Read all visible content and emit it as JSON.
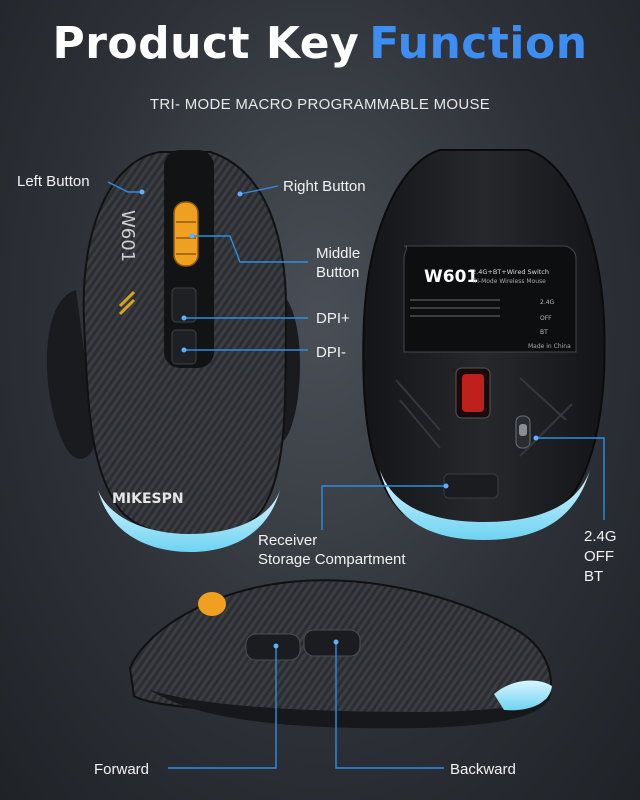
{
  "header": {
    "title_white": "Product Key",
    "title_blue": "Function",
    "subtitle": "TRI- MODE MACRO  PROGRAMMABLE MOUSE"
  },
  "colors": {
    "accent": "#2f8de4",
    "title_blue": "#3d8ef0",
    "button_yellow": "#f0a020",
    "glow": "#9fe6ff"
  },
  "top_view": {
    "brand_text": "MIKESPN",
    "model_text": "W601",
    "labels": {
      "left_button": "Left Button",
      "right_button": "Right Button",
      "middle_button_line1": "Middle",
      "middle_button_line2": "Button",
      "dpi_plus": "DPI+",
      "dpi_minus": "DPI-"
    }
  },
  "bottom_view": {
    "plate_title": "W601",
    "plate_sub": "2.4G+BT+Wired Switch",
    "plate_sub2": "Tri-Mode Wireless Mouse",
    "switch_marks": [
      "2.4G",
      "OFF",
      "BT"
    ],
    "made_in": "Made in China",
    "labels": {
      "receiver_line1": "Receiver",
      "receiver_line2": "Storage Compartment",
      "switch_line1": "2.4G",
      "switch_line2": "OFF",
      "switch_line3": "BT"
    }
  },
  "side_view": {
    "labels": {
      "forward": "Forward",
      "backward": "Backward"
    }
  }
}
